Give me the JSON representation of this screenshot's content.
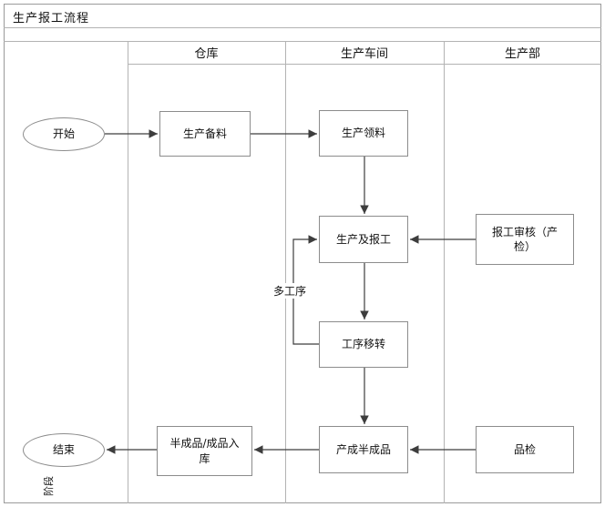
{
  "title": "生产报工流程",
  "phase_label": "阶段",
  "lanes": [
    {
      "label": "仓库"
    },
    {
      "label": "生产车间"
    },
    {
      "label": "生产部"
    }
  ],
  "nodes": {
    "start": {
      "label": "开始",
      "shape": "ellipse",
      "lane": ""
    },
    "prep": {
      "label": "生产备料",
      "shape": "rect",
      "lane": "仓库"
    },
    "pick": {
      "label": "生产领料",
      "shape": "rect",
      "lane": "生产车间"
    },
    "produce": {
      "label": "生产及报工",
      "shape": "rect",
      "lane": "生产车间"
    },
    "review": {
      "label": "报工审核（产检）",
      "shape": "rect",
      "lane": "生产部"
    },
    "transfer": {
      "label": "工序移转",
      "shape": "rect",
      "lane": "生产车间"
    },
    "semi": {
      "label": "产成半成品",
      "shape": "rect",
      "lane": "生产车间"
    },
    "warehouse": {
      "label": "半成品/成品入库",
      "shape": "rect",
      "lane": "仓库"
    },
    "qc": {
      "label": "品检",
      "shape": "rect",
      "lane": "生产部"
    },
    "end": {
      "label": "结束",
      "shape": "ellipse",
      "lane": ""
    }
  },
  "edges": [
    {
      "from": "start",
      "to": "prep"
    },
    {
      "from": "prep",
      "to": "pick"
    },
    {
      "from": "pick",
      "to": "produce"
    },
    {
      "from": "review",
      "to": "produce"
    },
    {
      "from": "produce",
      "to": "transfer"
    },
    {
      "from": "transfer",
      "to": "produce",
      "label": "多工序"
    },
    {
      "from": "transfer",
      "to": "semi"
    },
    {
      "from": "qc",
      "to": "semi"
    },
    {
      "from": "semi",
      "to": "warehouse"
    },
    {
      "from": "warehouse",
      "to": "end"
    }
  ],
  "edge_labels": {
    "loop": "多工序"
  },
  "colors": {
    "frame_border": "#9a9a9a",
    "lane_line": "#b3b3b3",
    "shape_border": "#8c8c8c",
    "arrow": "#3d3d3d",
    "text": "#111111",
    "background": "#ffffff"
  }
}
